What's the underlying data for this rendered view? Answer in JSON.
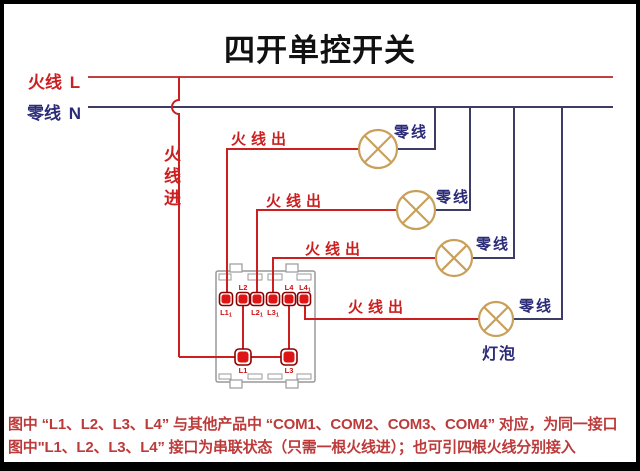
{
  "title": "四开单控开关",
  "legend": {
    "live": "火线 L",
    "neutral": "零线 N"
  },
  "labels": {
    "live_in": "火线进"
  },
  "lamps": [
    {
      "live_out": "火线出",
      "neutral": "零线"
    },
    {
      "live_out": "火线出",
      "neutral": "零线"
    },
    {
      "live_out": "火线出",
      "neutral": "零线"
    },
    {
      "live_out": "火线出",
      "neutral": "零线",
      "bulb": "灯泡"
    }
  ],
  "switchbox": {
    "top_row": [
      {
        "label": "L1₁",
        "base": "L1",
        "sub": "1",
        "label_position": "below"
      },
      {
        "label": "L2",
        "base": "L2",
        "sub": "",
        "label_position": "above"
      },
      {
        "label": "L2₁",
        "base": "L2",
        "sub": "1",
        "label_position": "below"
      },
      {
        "label": "L3₁",
        "base": "L3",
        "sub": "1",
        "label_position": "below"
      },
      {
        "label": "L4",
        "base": "L4",
        "sub": "",
        "label_position": "above"
      },
      {
        "label": "L4₁",
        "base": "L4",
        "sub": "1",
        "label_position": "above"
      }
    ],
    "bottom_row": [
      {
        "label": "L1"
      },
      {
        "label": "L3"
      }
    ]
  },
  "notes": {
    "line1": "图中 “L1、L2、L3、L4” 与其他产品中 “COM1、COM2、COM3、COM4” 对应，为同一接口",
    "line2": "图中\"L1、L2、L3、L4” 接口为串联状态（只需一根火线进）；也可引四根火线分别接入"
  },
  "colors": {
    "live_wire": "#cc1f1f",
    "live_wire_bus": "#c14040",
    "neutral_wire": "#3c3c64",
    "lamp_outline": "#c9a05a",
    "terminal_fill": "#dd1515",
    "terminal_outline": "#8b0000",
    "notes_text": "#bd3a3a",
    "box_outline": "#999999"
  }
}
